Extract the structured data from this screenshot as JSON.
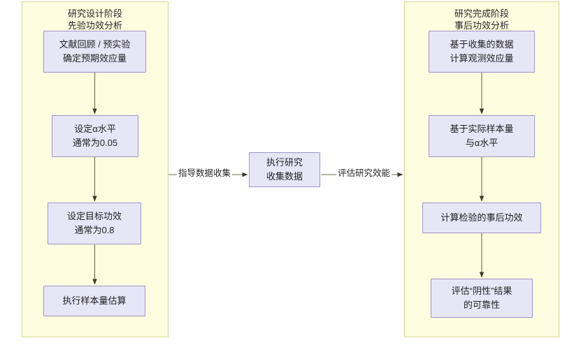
{
  "diagram": {
    "type": "flowchart",
    "orientation": "left-to-right with two vertical subgraphs",
    "panels": [
      {
        "id": "design-phase",
        "title": "研究设计阶段\n先验功效分析",
        "title_line1": "研究设计阶段",
        "title_line2": "先验功效分析"
      },
      {
        "id": "completion-phase",
        "title": "研究完成阶段\n事后功效分析",
        "title_line1": "研究完成阶段",
        "title_line2": "事后功效分析"
      }
    ],
    "nodes": {
      "literature_review": "文献回顾 / 预实验\n确定预期效应量",
      "alpha_level": "设定α水平\n通常为0.05",
      "target_power": "设定目标功效\n通常为0.8",
      "sample_size": "执行样本量估算",
      "execute_study": "执行研究\n收集数据",
      "observed_effect": "基于收集的数据\n计算观测效应量",
      "actual_sample": "基于实际样本量\n与α水平",
      "posthoc_power": "计算检验的事后功效",
      "negative_result": "评估“阴性”结果\n的可靠性"
    },
    "edge_labels": {
      "guide_collection": "指导数据收集",
      "assess_power": "评估研究效能"
    },
    "colors": {
      "panel_fill": "#fdfde0",
      "panel_border": "#d4d49a",
      "node_fill": "#e7e6f7",
      "node_border": "#9d95c7",
      "arrow": "#4d4d35",
      "text": "#1f1f1f",
      "background": "#ffffff"
    }
  }
}
